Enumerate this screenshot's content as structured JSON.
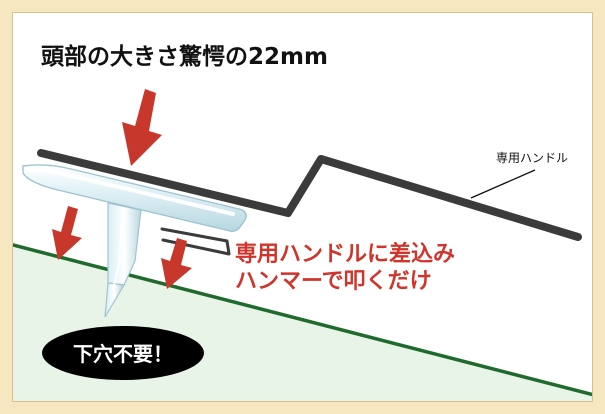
{
  "headline": "頭部の大きさ驚愕の22mm",
  "callout_label": "専用ハンドル",
  "instruction_lines": [
    "専用ハンドルに差込み",
    "ハンマーで叩くだけ"
  ],
  "badge_text": "下穴不要！",
  "colors": {
    "frame": "#f7e7c1",
    "panel_border": "#d7c28f",
    "ground_fill": "#e9f4e8",
    "ground_line": "#1f6b2b",
    "handle": "#3b3b3b",
    "arrow": "#c7372b",
    "text_red": "#d0352b",
    "badge": "#000000",
    "badge_text": "#ffffff"
  },
  "icons": [
    "down-arrow-icon",
    "t-peg-icon",
    "callout-line"
  ]
}
